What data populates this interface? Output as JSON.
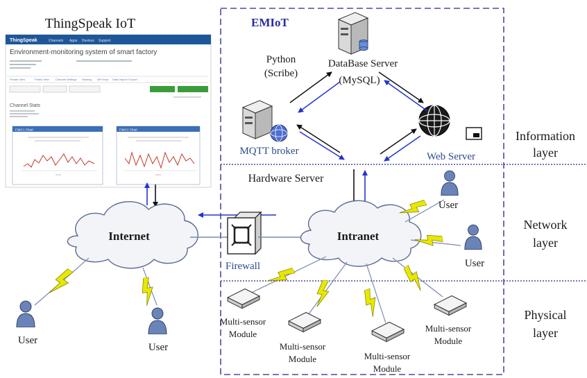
{
  "thingspeak": {
    "heading": "ThingSpeak IoT",
    "brand": "ThingSpeak",
    "channel_title": "Environment-monitoring system of smart factory",
    "stats_title": "Channel Stats",
    "nav_items": [
      "Channels",
      "Apps",
      "Devices",
      "Support"
    ],
    "tabs": [
      "Private View",
      "Public View",
      "Channel Settings",
      "Sharing",
      "API Keys",
      "Data Import / Export"
    ],
    "chart1_title": "Field 1 Chart",
    "chart2_title": "Field 2 Chart"
  },
  "emiot": {
    "title": "EMIoT",
    "db_server": "DataBase Server",
    "db_engine": "(MySQL)",
    "python": "Python",
    "scribe": "(Scribe)",
    "mqtt": "MQTT broker",
    "web_server": "Web Server",
    "hardware_server": "Hardware Server",
    "intranet": "Intranet",
    "firewall": "Firewall"
  },
  "internet": "Internet",
  "users": [
    "User",
    "User",
    "User",
    "User"
  ],
  "modules": [
    [
      "Multi-sensor",
      "Module"
    ],
    [
      "Multi-sensor",
      "Module"
    ],
    [
      "Multi-sensor",
      "Module"
    ],
    [
      "Multi-sensor",
      "Module"
    ]
  ],
  "layers": {
    "information": [
      "Information",
      "layer"
    ],
    "network": [
      "Network",
      "layer"
    ],
    "physical": [
      "Physical",
      "layer"
    ]
  },
  "colors": {
    "dash_box": "#4a4a9a",
    "arrow_blue": "#2233cc",
    "arrow_black": "#111111",
    "cloud_fill": "#f2f4f8",
    "lightning": "#e8e800",
    "user": "#6b84b8",
    "ts_header": "#1e5799",
    "ts_red_line": "#c0392b",
    "ts_green_btn": "#3a9d3a"
  }
}
